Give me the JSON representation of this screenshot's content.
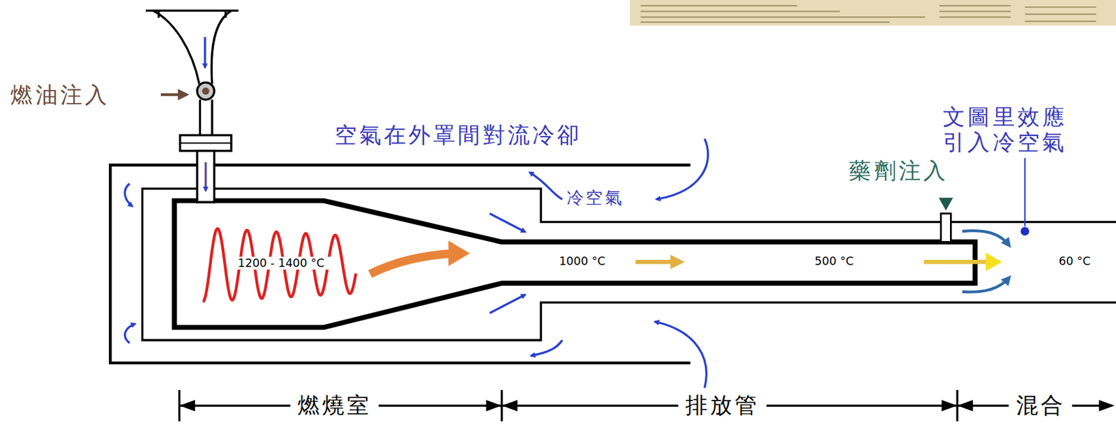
{
  "diagram": {
    "labels": [
      "燃油注入",
      "空氣在外罩間對流冷卻",
      "冷空氣",
      "藥劑注入",
      "文圖里效應 引入冷空氣",
      "1200 - 1400 °C",
      "1000 °C",
      "500 °C",
      "60 °C",
      "燃燒室",
      "排放管",
      "混合"
    ]
  }
}
